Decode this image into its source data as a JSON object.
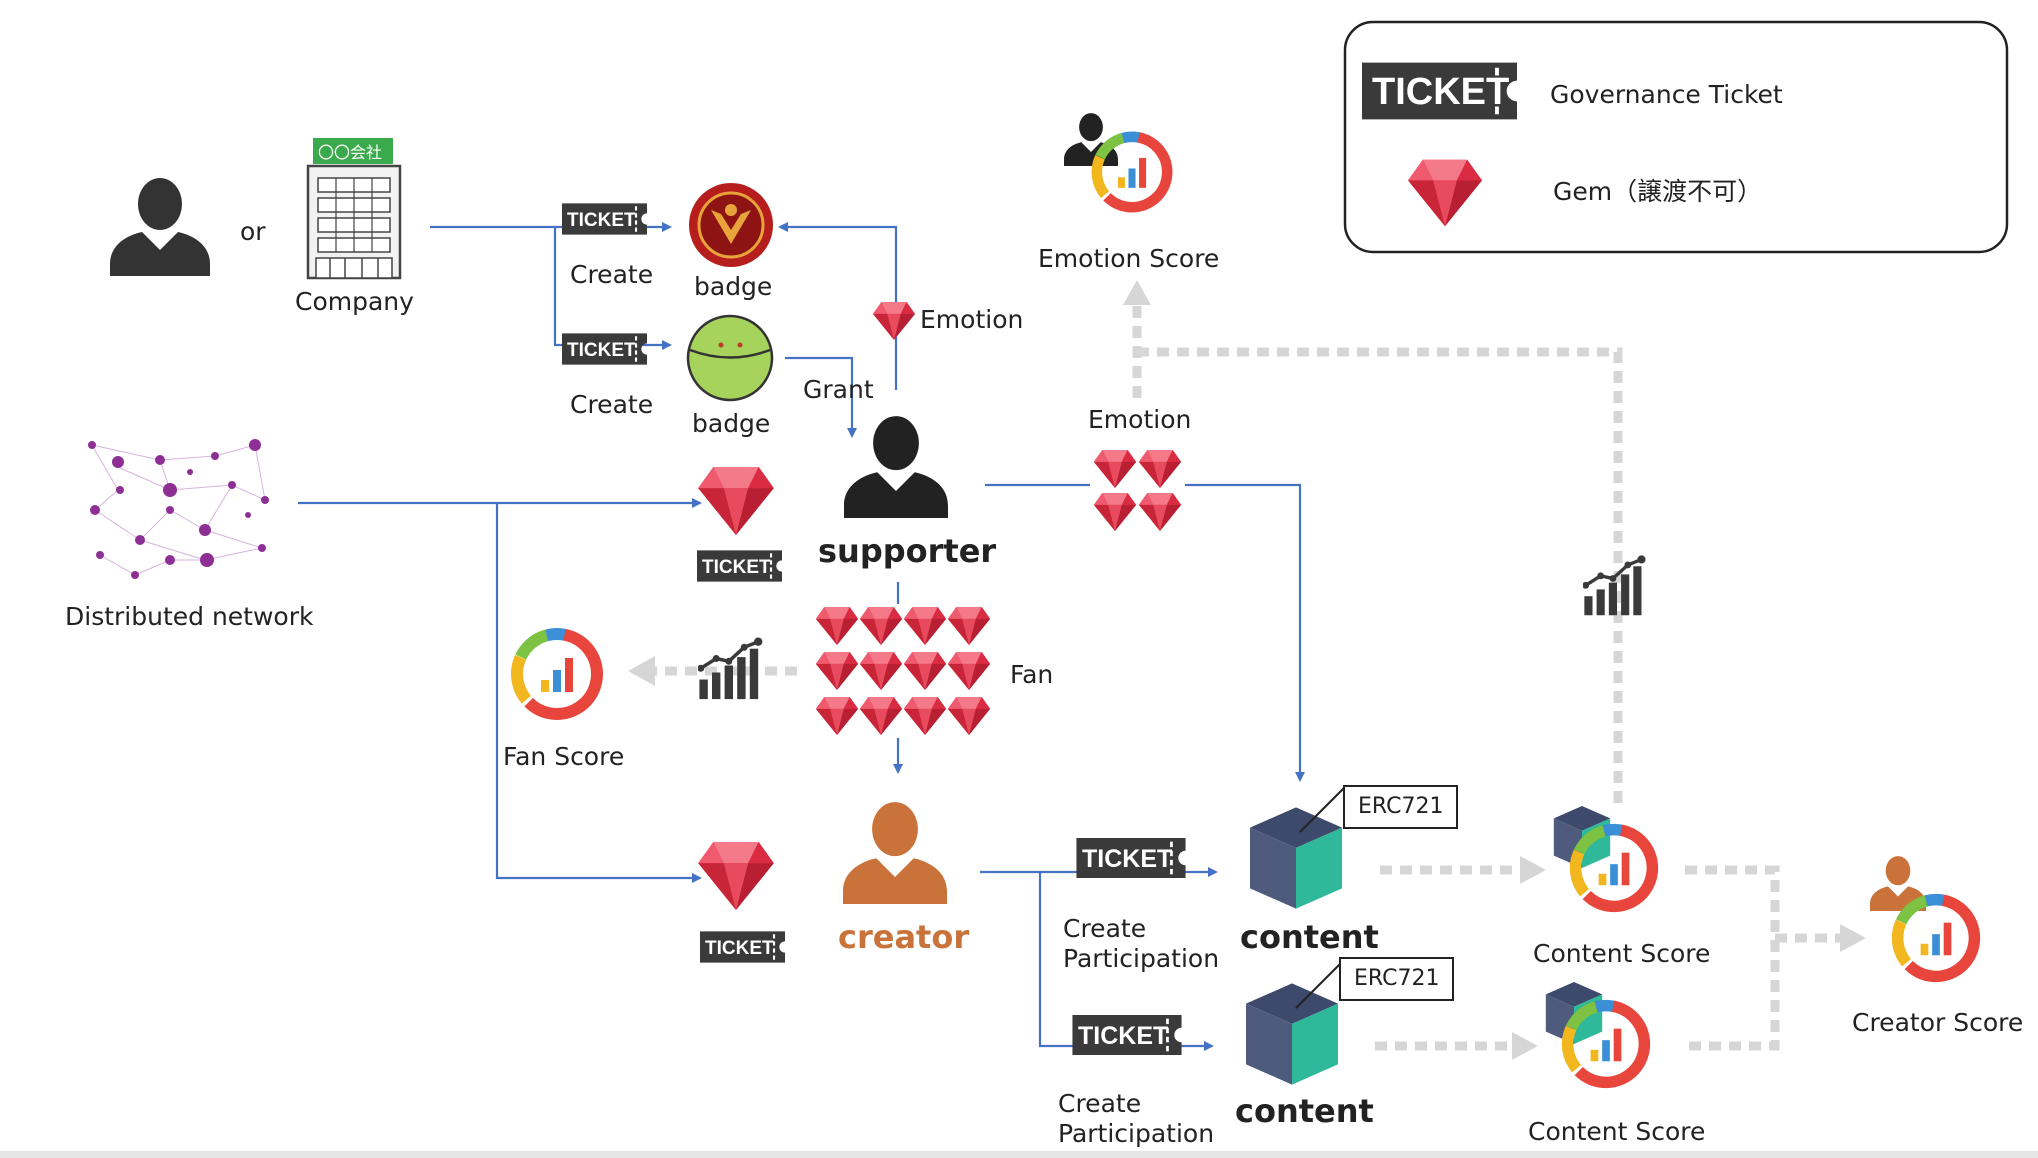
{
  "legend": {
    "ticket_badge": "TICKET",
    "governance_ticket": "Governance Ticket",
    "gem_label": "Gem（譲渡不可）"
  },
  "company_sign": "〇〇会社",
  "labels": {
    "or": "or",
    "company": "Company",
    "create": "Create",
    "badge": "badge",
    "grant": "Grant",
    "emotion": "Emotion",
    "emotion_score": "Emotion Score",
    "supporter": "supporter",
    "distributed_network": "Distributed network",
    "fan": "Fan",
    "fan_score": "Fan Score",
    "creator": "creator",
    "create_participation_line1": "Create",
    "create_participation_line2": "Participation",
    "erc721": "ERC721",
    "content": "content",
    "content_score": "Content Score",
    "creator_score": "Creator Score"
  },
  "colors": {
    "flow_blue": "#4472C4",
    "dashed_gray": "#D6D6D6",
    "gem_red": "#E0344A",
    "ticket_dark": "#3A3A3A",
    "creator_orange": "#C9733A",
    "cube_teal": "#2FB89A",
    "cube_navy": "#3D4A6B"
  }
}
